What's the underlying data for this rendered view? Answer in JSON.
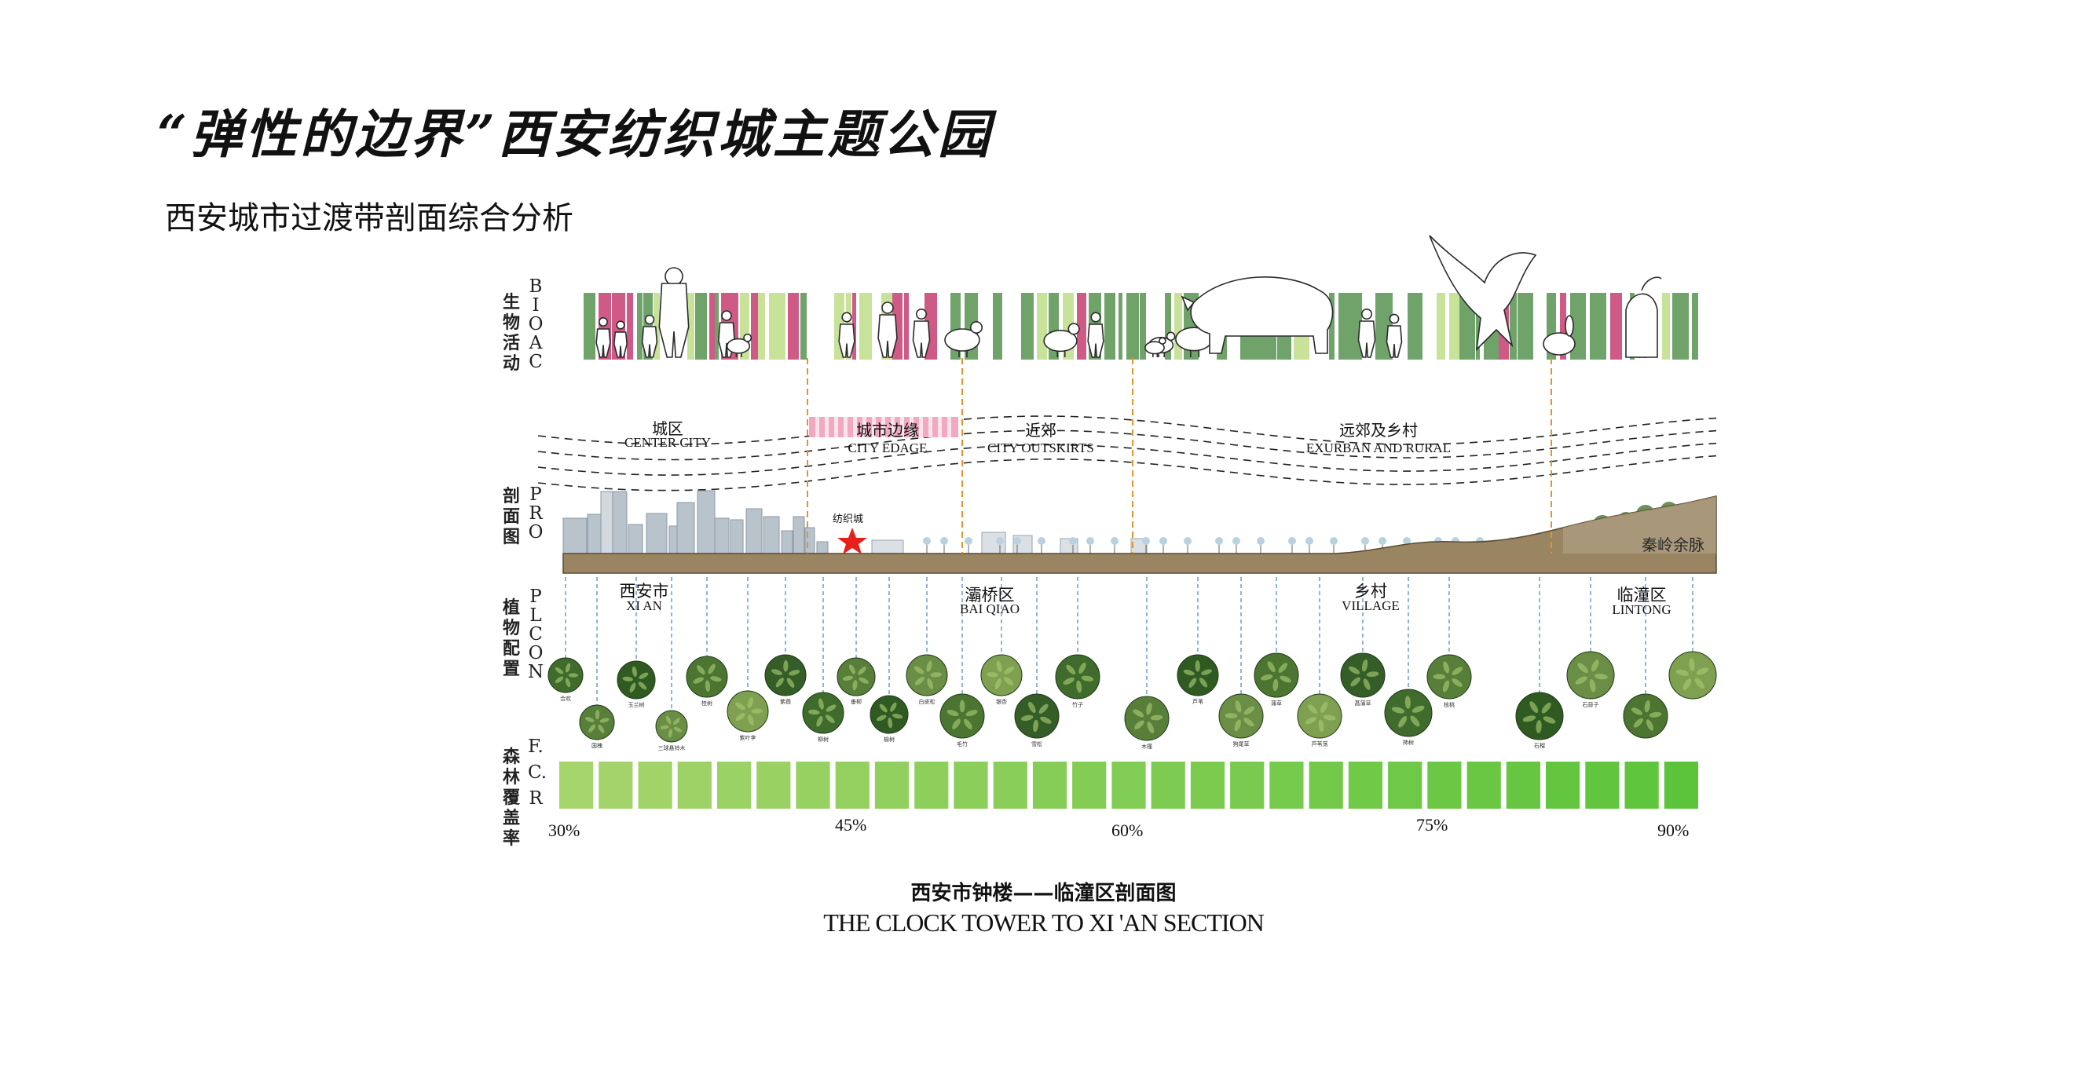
{
  "title": "“弹性的边界”西安纺织城主题公园",
  "subtitle": "西安城市过渡带剖面综合分析",
  "rows": [
    {
      "cn": "生物活动",
      "en": "BIOAC"
    },
    {
      "cn": "剖面图",
      "en": "PRO"
    },
    {
      "cn": "植物配置",
      "en": "PLCON"
    },
    {
      "cn": "森林覆盖率",
      "en": "F.C.R"
    }
  ],
  "zones": [
    {
      "cn": "城区",
      "en": "CENTER CITY"
    },
    {
      "cn": "城市边缘",
      "en": "CITY EDAGE"
    },
    {
      "cn": "近郊",
      "en": "CITY OUTSKIRTS"
    },
    {
      "cn": "远郊及乡村",
      "en": "EXURBAN AND RURAL"
    }
  ],
  "districts": [
    {
      "cn": "西安市",
      "en": "XI AN"
    },
    {
      "cn": "灞桥区",
      "en": "BAI QIAO"
    },
    {
      "cn": "乡村",
      "en": "VILLAGE"
    },
    {
      "cn": "临潼区",
      "en": "LINTONG"
    }
  ],
  "section_labels": {
    "wall": "纺织城",
    "mountain": "秦岭余脉"
  },
  "plant_labels": [
    "合欢",
    "国槐",
    "玉兰树",
    "三球悬铃木",
    "桂树",
    "紫叶李",
    "紫薇",
    "柳树",
    "垂柳",
    "榆树",
    "白皮松",
    "毛竹",
    "银杏",
    "雪松",
    "竹子",
    "木槿",
    "芦苇",
    "狗尾草",
    "蒲草",
    "芦苇荡",
    "菖蒲草",
    "柿树",
    "核桃",
    "石榴",
    "石蒜子"
  ],
  "fcr": {
    "ticks": [
      "30%",
      "45%",
      "60%",
      "75%",
      "90%"
    ],
    "values": [
      30,
      45,
      60,
      75,
      90
    ]
  },
  "caption_cn": "西安市钟楼——临潼区剖面图",
  "caption_en": "THE CLOCK TOWER TO XI 'AN SECTION",
  "colors": {
    "pink": "#cf5a86",
    "green": "#6fa36a",
    "lightgreen": "#c9e29a",
    "orange": "#e0962c",
    "barLight": "#a6d46c",
    "barDark": "#63c23e"
  }
}
